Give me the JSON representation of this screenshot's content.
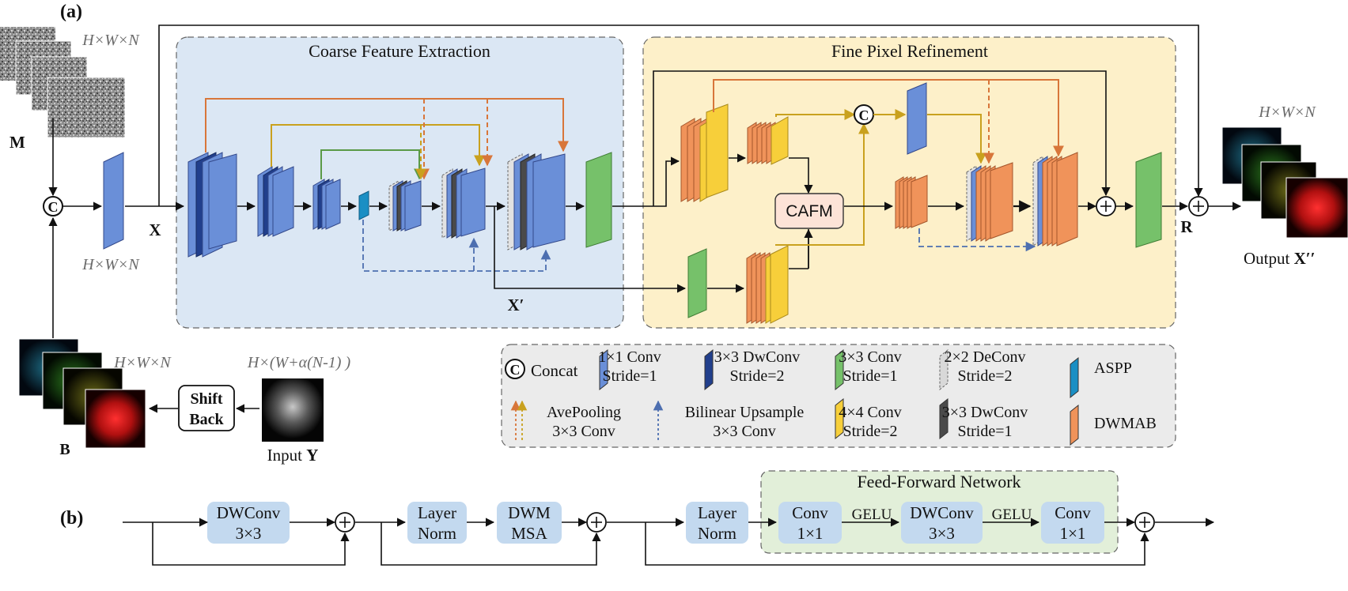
{
  "panel_a": {
    "label": "(a)",
    "coarse": {
      "title": "Coarse Feature Extraction"
    },
    "fine": {
      "title": "Fine Pixel Refinement"
    },
    "dims_top": "H×W×N",
    "dims_left": "H×W×N",
    "dims_b": "H×W×N",
    "dims_y": "H×(W+α(N-1) )",
    "dims_out": "H×W×N",
    "label_M": "M",
    "label_X": "X",
    "label_Xp": "X′",
    "label_R": "R",
    "label_B": "B",
    "concat_glyph": "C",
    "cafm": "CAFM",
    "shift_back": [
      "Shift",
      "Back"
    ],
    "input_y_prefix": "Input ",
    "input_y_var": "Y",
    "output_prefix": "Output ",
    "output_var": "X′′"
  },
  "legend": {
    "concat": "Concat",
    "items": [
      {
        "l1": "1×1 Conv",
        "l2": "Stride=1",
        "color": "#6a8fd8"
      },
      {
        "l1": "3×3 DwConv",
        "l2": "Stride=2",
        "color": "#213f8c"
      },
      {
        "l1": "3×3 Conv",
        "l2": "Stride=1",
        "color": "#76c16a"
      },
      {
        "l1": "2×2 DeConv",
        "l2": "Stride=2",
        "color": "#d8d8d8"
      },
      {
        "l1": "ASPP",
        "l2": "",
        "color": "#1a8fc4"
      },
      {
        "l1": "4×4 Conv",
        "l2": "Stride=2",
        "color": "#f7cf3a"
      },
      {
        "l1": "3×3 DwConv",
        "l2": "Stride=1",
        "color": "#4a4a4a"
      },
      {
        "l1": "DWMAB",
        "l2": "",
        "color": "#f0935a"
      }
    ],
    "avepool": [
      "AvePooling",
      "3×3 Conv"
    ],
    "upsample": [
      "Bilinear Upsample",
      "3×3 Conv"
    ]
  },
  "panel_b": {
    "label": "(b)",
    "ffn_title": "Feed-Forward Network",
    "blocks": [
      {
        "l1": "DWConv",
        "l2": "3×3"
      },
      {
        "l1": "Layer",
        "l2": "Norm"
      },
      {
        "l1": "DWM",
        "l2": "MSA"
      },
      {
        "l1": "Layer",
        "l2": "Norm"
      },
      {
        "l1": "Conv",
        "l2": "1×1"
      },
      {
        "l1": "DWConv",
        "l2": "3×3"
      },
      {
        "l1": "Conv",
        "l2": "1×1"
      }
    ],
    "gelu": "GELU"
  },
  "colors": {
    "coarse_bg": "#dbe7f4",
    "fine_bg": "#fdf0c9",
    "legend_bg": "#ebebeb",
    "ffn_bg": "#e2efd9",
    "block_b": "#c3d9ef",
    "orange_line": "#d8763a",
    "yellow_line": "#c9a11e",
    "green_line": "#5a9a47",
    "blue_dash": "#4d6fb0"
  }
}
